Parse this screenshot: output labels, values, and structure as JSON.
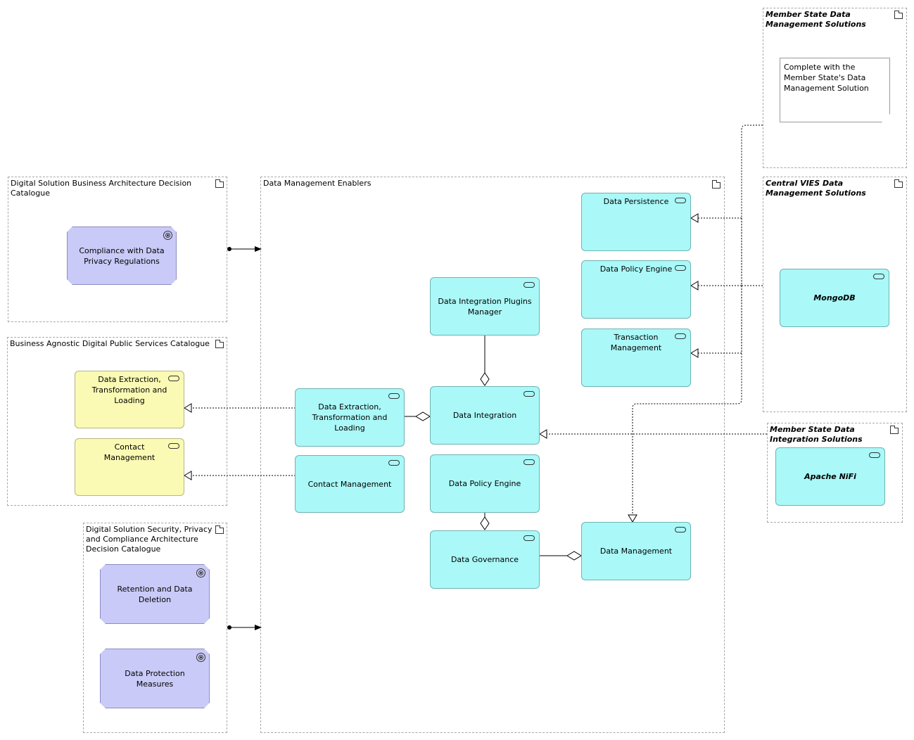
{
  "groups": {
    "ms_dm_solutions": "Member State Data Management Solutions",
    "central_vies": "Central VIES Data Management Solutions",
    "ms_integration": "Member State Data Integration Solutions",
    "business_arch": "Digital Solution Business Architecture Decision Catalogue",
    "agnostic": "Business Agnostic Digital Public Services Catalogue",
    "security": "Digital Solution Security, Privacy and Compliance Architecture Decision Catalogue",
    "enablers": "Data Management Enablers"
  },
  "note": "Complete with the Member State's Data Management Solution",
  "goals": {
    "compliance": "Compliance with Data Privacy Regulations",
    "retention": "Retention and Data Deletion",
    "protection": "Data Protection Measures"
  },
  "services": {
    "etl_catalogue": "Data Extraction, Transformation and Loading",
    "contact_catalogue": "Contact Management",
    "etl": "Data Extraction, Transformation and Loading",
    "contact": "Contact Management",
    "plugins": "Data Integration Plugins Manager",
    "integration": "Data Integration",
    "policy_engine": "Data Policy Engine",
    "governance": "Data Governance",
    "data_management": "Data Management",
    "persistence": "Data Persistence",
    "policy_engine_top": "Data Policy Engine",
    "transaction": "Transaction Management",
    "mongodb": "MongoDB",
    "nifi": "Apache NiFi"
  },
  "colors": {
    "service": "#aaf8f8",
    "catalogue_service": "#fafab4",
    "goal": "#cacaf8"
  }
}
